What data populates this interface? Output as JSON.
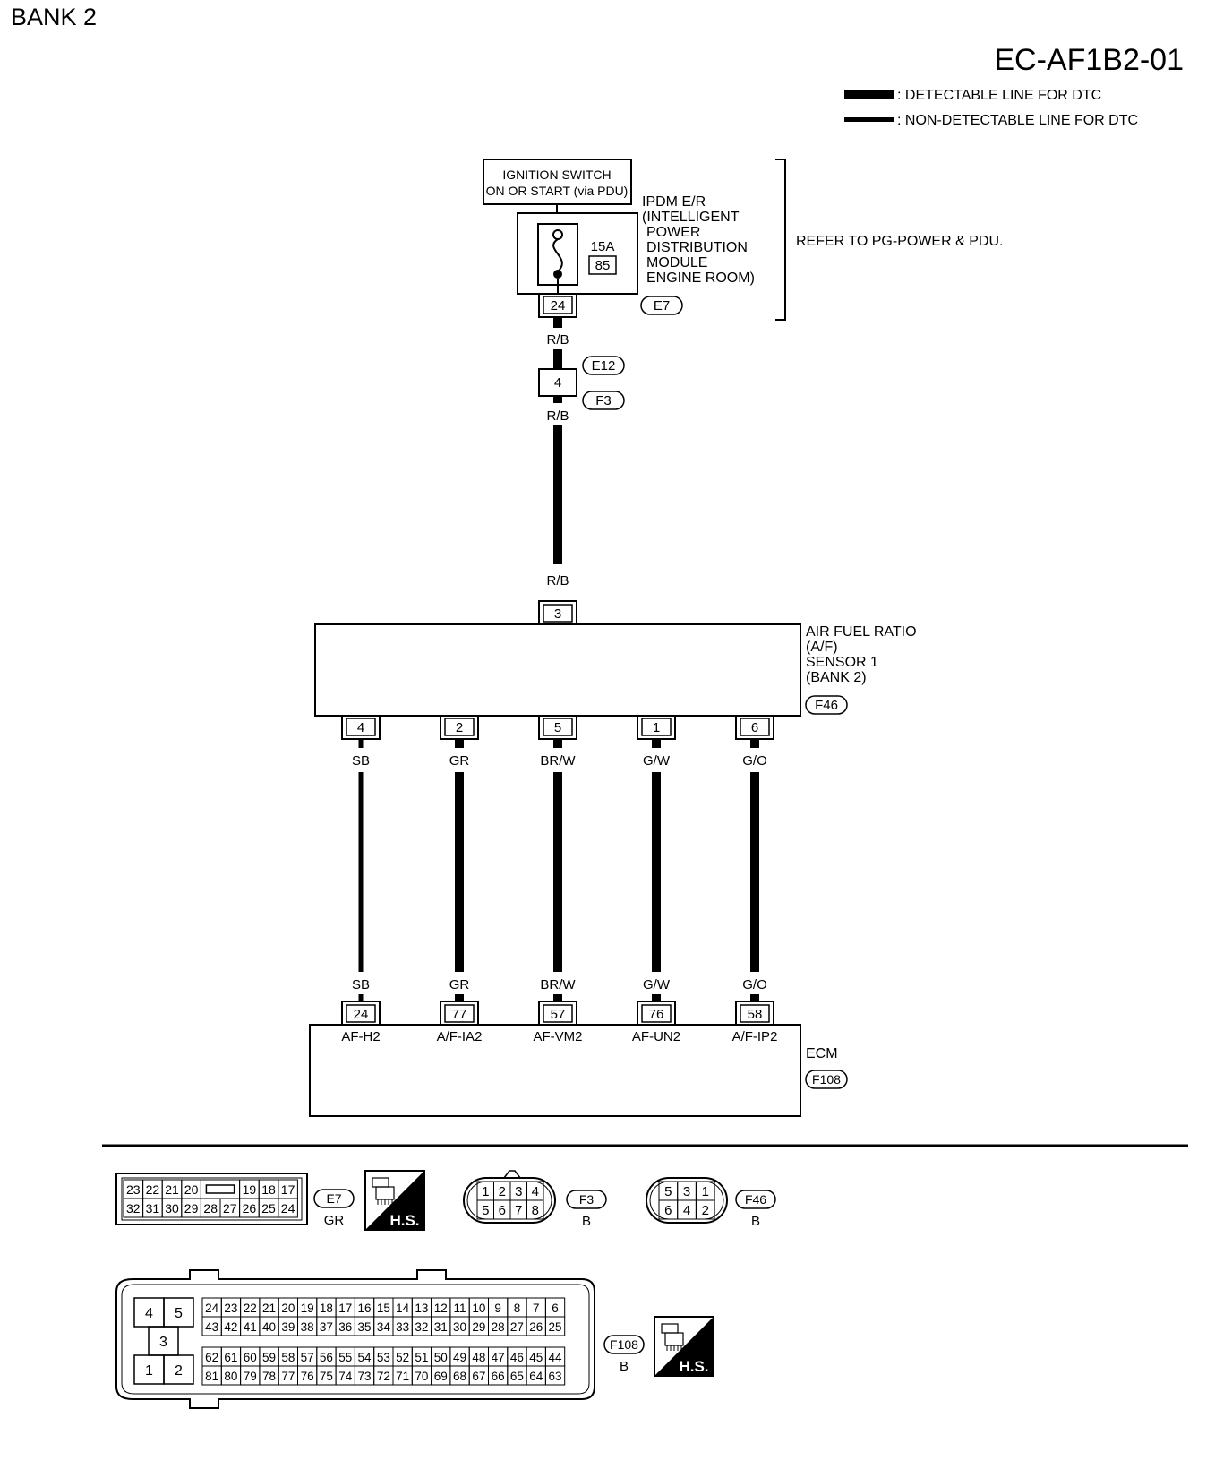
{
  "header": {
    "bank_title": "BANK 2",
    "diagram_code": "EC-AF1B2-01"
  },
  "legend": [
    {
      "key": "detectable",
      "label": ": DETECTABLE LINE FOR DTC"
    },
    {
      "key": "nondetectable",
      "label": ": NON-DETECTABLE LINE FOR DTC"
    }
  ],
  "ipdm": {
    "switch_line1": "IGNITION SWITCH",
    "switch_line2": "ON OR START (via PDU)",
    "fuse_amp": "15A",
    "fuse_no": "85",
    "name_lines": [
      "IPDM E/R",
      "(INTELLIGENT",
      "POWER",
      "DISTRIBUTION",
      "MODULE",
      "ENGINE ROOM)"
    ],
    "pin": "24",
    "connector": "E7",
    "refer": "REFER TO PG-POWER & PDU."
  },
  "harness": {
    "wire_color": "R/B",
    "pin": "4",
    "connector_top": "E12",
    "connector_bottom": "F3",
    "wire_color_lower": "R/B",
    "wire_color_sensor": "R/B"
  },
  "sensor": {
    "name_lines": [
      "AIR FUEL RATIO",
      "(A/F)",
      "SENSOR 1",
      "(BANK 2)"
    ],
    "connector": "F46",
    "top_pin": "3",
    "pins": [
      "4",
      "2",
      "5",
      "1",
      "6"
    ]
  },
  "wires": [
    {
      "color": "SB",
      "sensor_pin": "4",
      "ecm_pin": "24",
      "terminal": "AF-H2",
      "type": "nondetectable"
    },
    {
      "color": "GR",
      "sensor_pin": "2",
      "ecm_pin": "77",
      "terminal": "A/F-IA2",
      "type": "detectable"
    },
    {
      "color": "BR/W",
      "sensor_pin": "5",
      "ecm_pin": "57",
      "terminal": "AF-VM2",
      "type": "detectable"
    },
    {
      "color": "G/W",
      "sensor_pin": "1",
      "ecm_pin": "76",
      "terminal": "AF-UN2",
      "type": "detectable"
    },
    {
      "color": "G/O",
      "sensor_pin": "6",
      "ecm_pin": "58",
      "terminal": "A/F-IP2",
      "type": "detectable"
    }
  ],
  "ecm": {
    "name": "ECM",
    "connector": "F108"
  },
  "connectors": {
    "e7": {
      "row1": [
        "23",
        "22",
        "21",
        "20",
        "",
        "19",
        "18",
        "17"
      ],
      "row2": [
        "32",
        "31",
        "30",
        "29",
        "28",
        "27",
        "26",
        "25",
        "24"
      ],
      "id": "E7",
      "color": "GR",
      "badge": "H.S."
    },
    "f3": {
      "row1": [
        "1",
        "2",
        "3",
        "4"
      ],
      "row2": [
        "5",
        "6",
        "7",
        "8"
      ],
      "id": "F3",
      "color": "B"
    },
    "f46": {
      "row1": [
        "5",
        "3",
        "1"
      ],
      "row2": [
        "6",
        "4",
        "2"
      ],
      "id": "F46",
      "color": "B"
    },
    "f108": {
      "block_a": [
        "4",
        "5",
        "3",
        "1",
        "2"
      ],
      "row1": [
        "24",
        "23",
        "22",
        "21",
        "20",
        "19",
        "18",
        "17",
        "16",
        "15",
        "14",
        "13",
        "12",
        "11",
        "10",
        "9",
        "8",
        "7",
        "6"
      ],
      "row2": [
        "43",
        "42",
        "41",
        "40",
        "39",
        "38",
        "37",
        "36",
        "35",
        "34",
        "33",
        "32",
        "31",
        "30",
        "29",
        "28",
        "27",
        "26",
        "25"
      ],
      "row3": [
        "62",
        "61",
        "60",
        "59",
        "58",
        "57",
        "56",
        "55",
        "54",
        "53",
        "52",
        "51",
        "50",
        "49",
        "48",
        "47",
        "46",
        "45",
        "44"
      ],
      "row4": [
        "81",
        "80",
        "79",
        "78",
        "77",
        "76",
        "75",
        "74",
        "73",
        "72",
        "71",
        "70",
        "69",
        "68",
        "67",
        "66",
        "65",
        "64",
        "63"
      ],
      "id": "F108",
      "color": "B",
      "badge": "H.S."
    }
  }
}
